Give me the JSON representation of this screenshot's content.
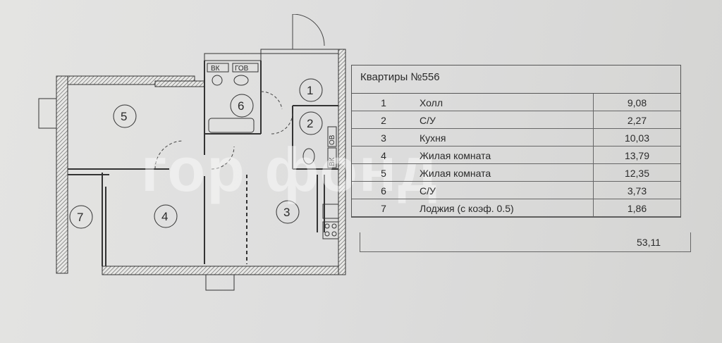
{
  "plan": {
    "rooms": [
      {
        "number": "1"
      },
      {
        "number": "2"
      },
      {
        "number": "3"
      },
      {
        "number": "4"
      },
      {
        "number": "5"
      },
      {
        "number": "6"
      },
      {
        "number": "7"
      }
    ],
    "fixtures": {
      "vk_top": "ВК",
      "gv_top": "ГОВ",
      "vk_side": "ВК",
      "ov_side": "ОВ"
    }
  },
  "watermark": "гор фонд",
  "legend": {
    "title": "Квартиры №556",
    "rows": [
      {
        "num": "1",
        "name": "Холл",
        "area": "9,08"
      },
      {
        "num": "2",
        "name": "С/У",
        "area": "2,27"
      },
      {
        "num": "3",
        "name": "Кухня",
        "area": "10,03"
      },
      {
        "num": "4",
        "name": "Жилая комната",
        "area": "13,79"
      },
      {
        "num": "5",
        "name": "Жилая комната",
        "area": "12,35"
      },
      {
        "num": "6",
        "name": "С/У",
        "area": "3,73"
      },
      {
        "num": "7",
        "name": "Лоджия (с коэф. 0.5)",
        "area": "1,86"
      }
    ],
    "total": "53,11"
  },
  "colors": {
    "line": "#333333",
    "hatch": "#555555",
    "paper": "#dedede"
  }
}
